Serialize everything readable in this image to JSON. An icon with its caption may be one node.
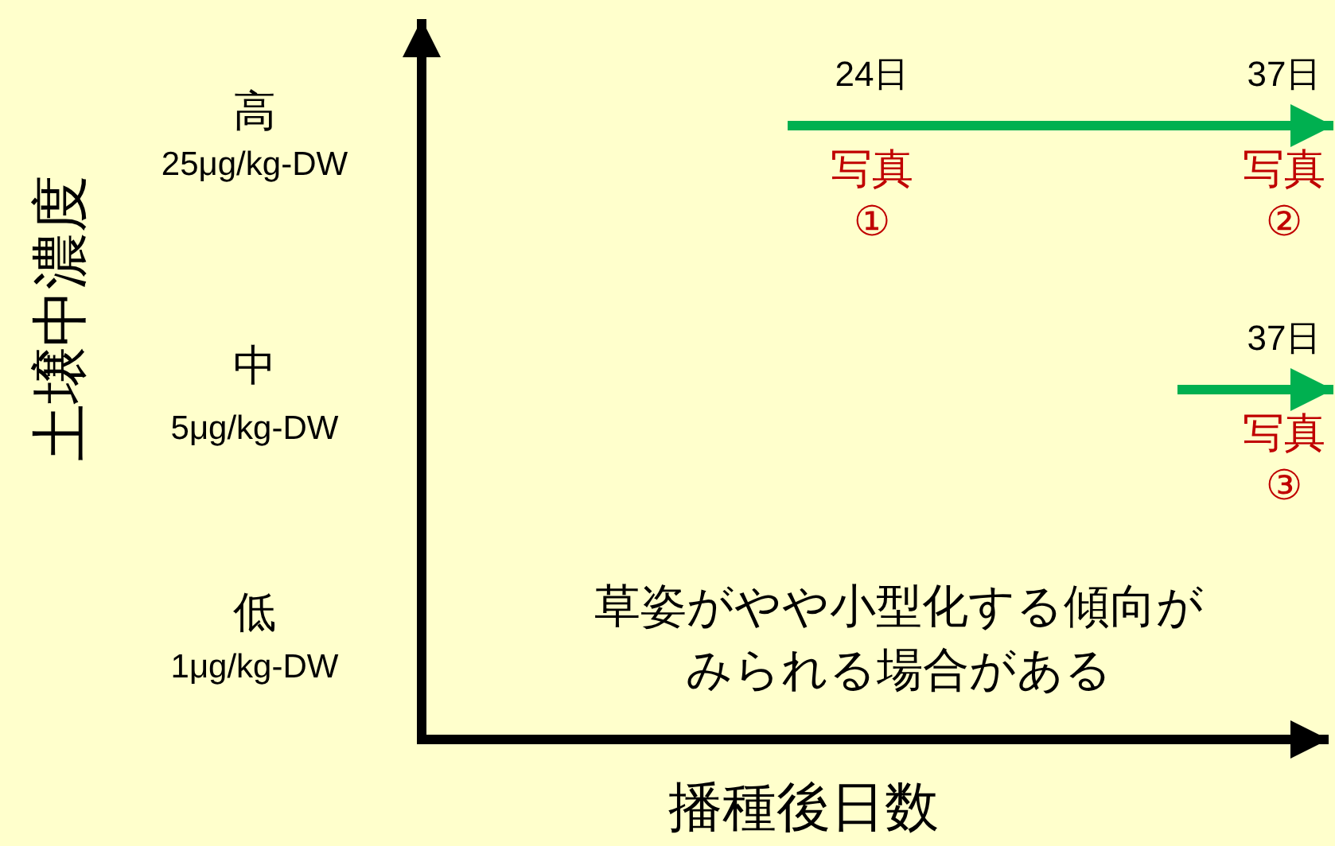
{
  "diagram": {
    "nodes": [
      {
        "text": [
          "24日",
          "写真①"
        ]
      },
      {
        "text": [
          "37日",
          "写真②"
        ]
      },
      {
        "text": [
          "37日",
          "写真③"
        ]
      }
    ],
    "edges": [
      {
        "from": 0,
        "to": 1,
        "arrow": "to",
        "color": "#00b050"
      },
      {
        "from": null,
        "to": 2,
        "arrow": "to",
        "color": "#00b050"
      }
    ],
    "labels": [
      "土壌中濃度",
      "高",
      "25μg/kg-DW",
      "中",
      "5μg/kg-DW",
      "低",
      "1μg/kg-DW",
      "草姿がやや小型化する傾向がみられる場合がある",
      "播種後日数"
    ]
  }
}
